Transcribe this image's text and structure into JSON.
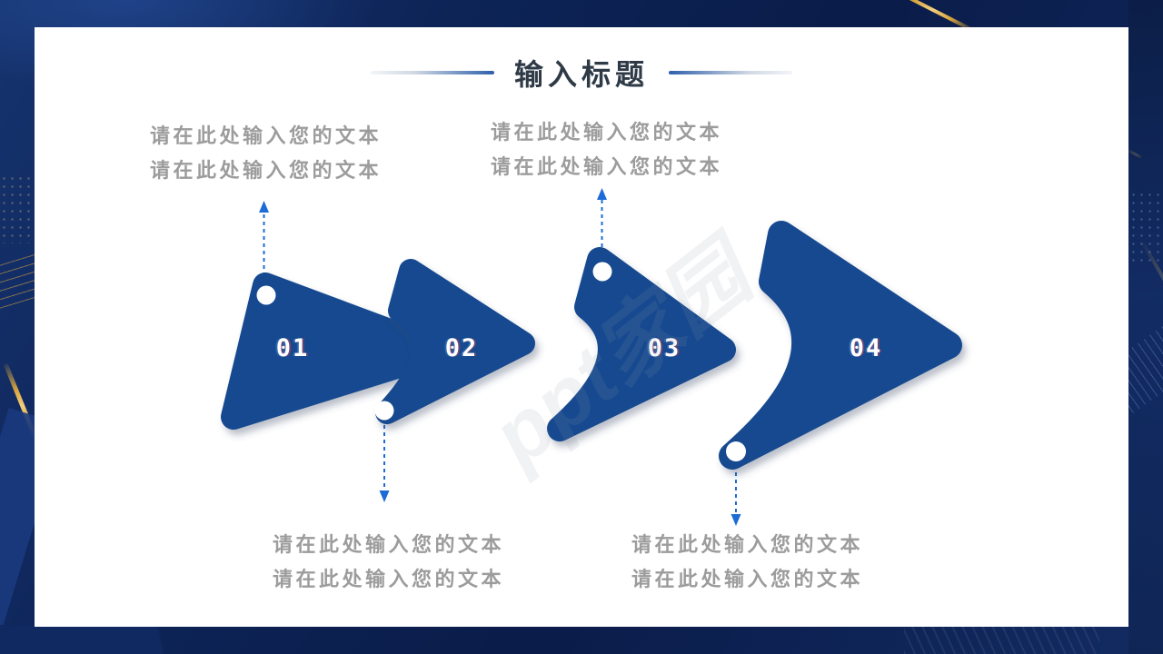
{
  "title": {
    "text": "输入标题"
  },
  "watermark": {
    "text": "ppt家园"
  },
  "steps": [
    {
      "number": "01",
      "connector": "up"
    },
    {
      "number": "02",
      "connector": "down"
    },
    {
      "number": "03",
      "connector": "up"
    },
    {
      "number": "04",
      "connector": "down"
    }
  ],
  "placeholders": {
    "top_left": {
      "lines": [
        "请在此处输入您的文本",
        "请在此处输入您的文本"
      ]
    },
    "top_middle": {
      "lines": [
        "请在此处输入您的文本",
        "请在此处输入您的文本"
      ]
    },
    "bottom_left": {
      "lines": [
        "请在此处输入您的文本",
        "请在此处输入您的文本"
      ]
    },
    "bottom_right": {
      "lines": [
        "请在此处输入您的文本",
        "请在此处输入您的文本"
      ]
    }
  },
  "colors": {
    "shape-blue": "#16498F",
    "arrow-blue": "#1C6BD6",
    "placeholder-gray": "#9C9C9C",
    "title-dark": "#2F3A47",
    "title-line-blue": "#2D5FAB",
    "frame-navy": "#0D2457",
    "frame-navy-light": "#16336E",
    "frame-navy-dark": "#081638",
    "accent-gold": "#D9A63E",
    "slide-white": "#FFFFFF",
    "number-white": "#FFFFFF"
  }
}
